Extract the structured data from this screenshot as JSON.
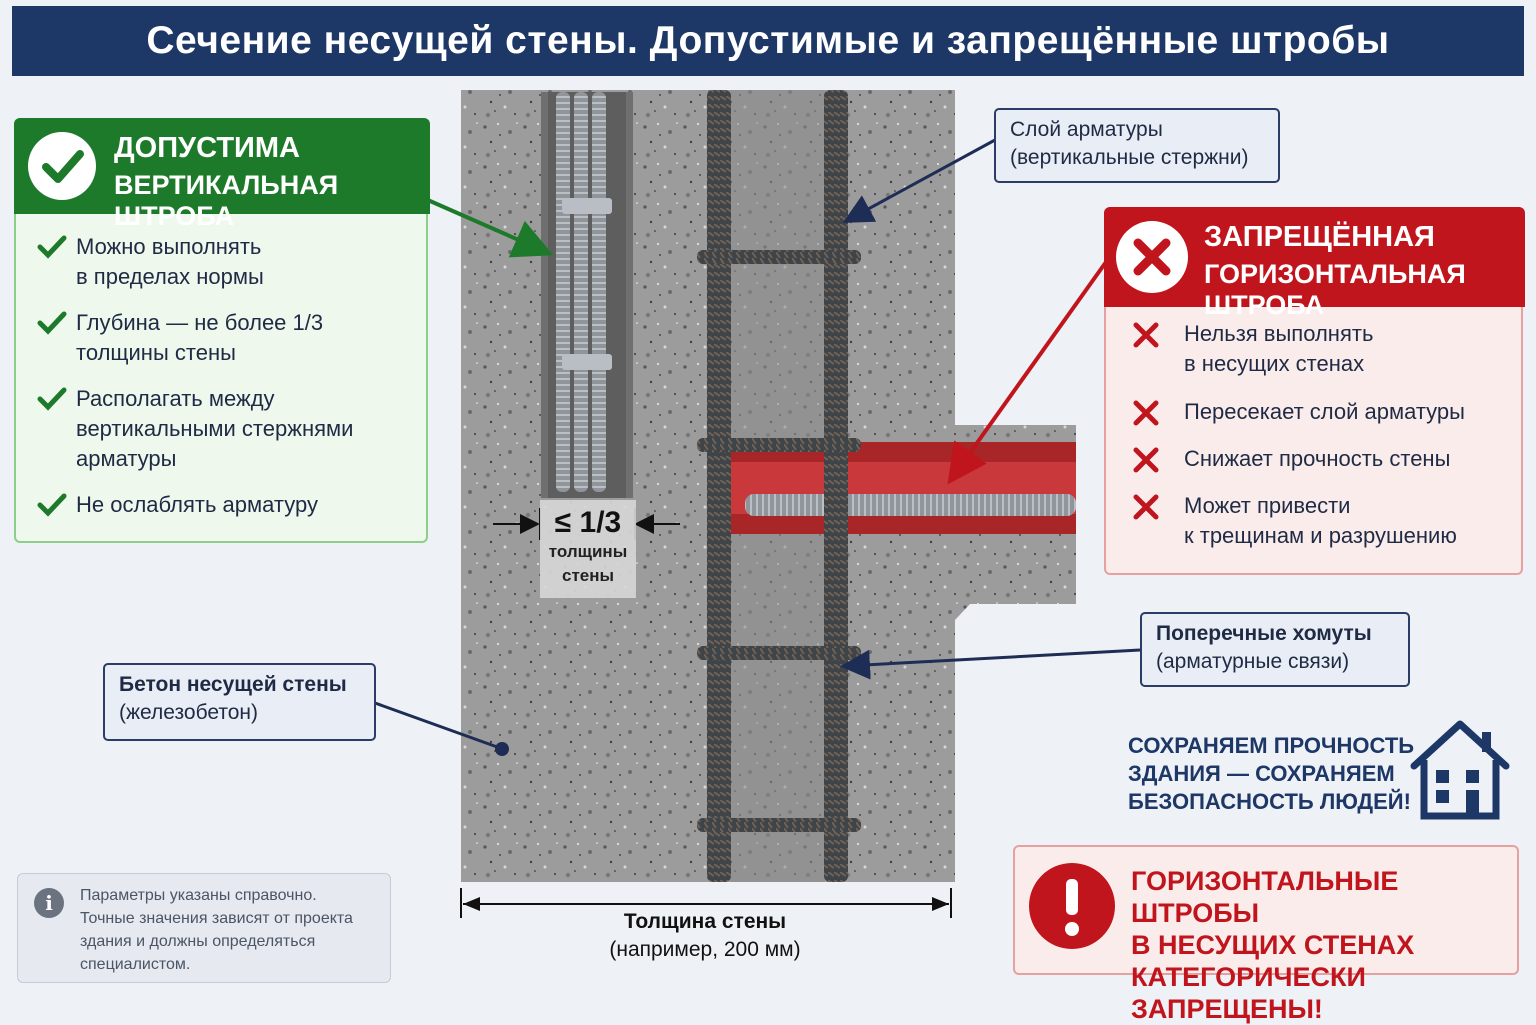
{
  "title": "Сечение несущей стены. Допустимые и запрещённые штробы",
  "allowed": {
    "heading_line1": "ДОПУСТИМА",
    "heading_line2": "ВЕРТИКАЛЬНАЯ ШТРОБА",
    "items": [
      [
        "Можно выполнять",
        "в пределах нормы"
      ],
      [
        "Глубина — не более 1/3",
        "толщины стены"
      ],
      [
        "Располагать между",
        "вертикальными стержнями",
        "арматуры"
      ],
      [
        "Не ослаблять арматуру"
      ]
    ],
    "color": "#1e7a2b"
  },
  "forbidden": {
    "heading_line1": "ЗАПРЕЩЁННАЯ",
    "heading_line2": "ГОРИЗОНТАЛЬНАЯ ШТРОБА",
    "items": [
      [
        "Нельзя выполнять",
        "в несущих стенах"
      ],
      [
        "Пересекает слой арматуры"
      ],
      [
        "Снижает прочность стены"
      ],
      [
        "Может привести",
        "к трещинам и разрушению"
      ]
    ],
    "color": "#c0151c"
  },
  "labels": {
    "rebar_layer": {
      "bold": "Слой арматуры",
      "sub": "(вертикальные стержни)"
    },
    "stirrups": {
      "bold": "Поперечные хомуты",
      "sub": "(арматурные связи)"
    },
    "concrete": {
      "bold": "Бетон несущей стены",
      "sub": "(железобетон)"
    }
  },
  "depth_marker": {
    "value": "≤ 1/3",
    "line1": "толщины",
    "line2": "стены"
  },
  "thickness": {
    "bold": "Толщина стены",
    "sub": "(например, 200 мм)"
  },
  "motto": [
    "СОХРАНЯЕМ ПРОЧНОСТЬ",
    "ЗДАНИЯ — СОХРАНЯЕМ",
    "БЕЗОПАСНОСТЬ ЛЮДЕЙ!"
  ],
  "warning": {
    "lines": [
      "ГОРИЗОНТАЛЬНЫЕ ШТРОБЫ",
      "В НЕСУЩИХ СТЕНАХ",
      "КАТЕГОРИЧЕСКИ ЗАПРЕЩЕНЫ!"
    ],
    "icon": "!"
  },
  "note": {
    "icon": "i",
    "lines": [
      "Параметры указаны справочно.",
      "Точные значения зависят от проекта",
      "здания и должны определяться",
      "специалистом."
    ]
  },
  "icons": {
    "check": "check-icon",
    "cross": "cross-icon",
    "house": "house-icon",
    "info": "info-icon",
    "exclamation": "exclamation-icon"
  }
}
